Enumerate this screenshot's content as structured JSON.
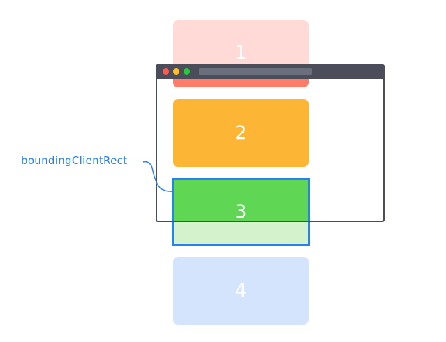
{
  "boxes": [
    {
      "label": "1",
      "color": "#ff7c6a",
      "faded_color": "#ffdad6"
    },
    {
      "label": "2",
      "color": "#fdb535"
    },
    {
      "label": "3",
      "color": "#5fd654",
      "faded_color": "#d4f2cc"
    },
    {
      "label": "4",
      "color": "#d4e4fd"
    }
  ],
  "callout": {
    "label": "boundingClientRect",
    "color": "#2a80ec"
  },
  "browser": {
    "titlebar_color": "#4b4d5b",
    "dots": [
      "red-dot",
      "yellow-dot",
      "green-dot"
    ]
  }
}
